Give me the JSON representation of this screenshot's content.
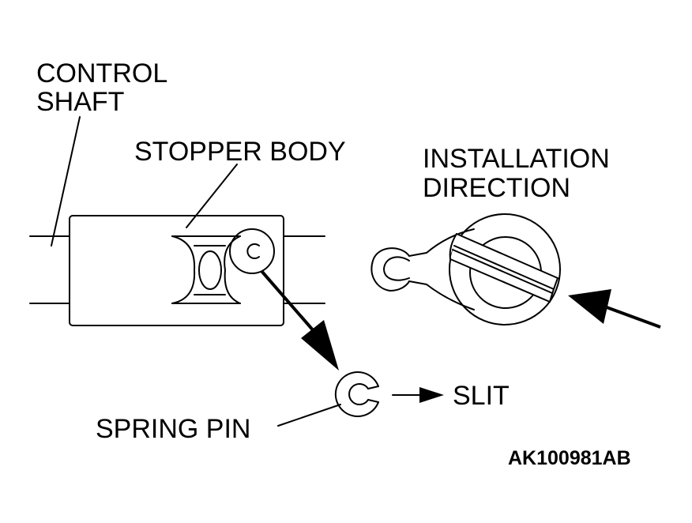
{
  "labels": {
    "control_shaft": [
      "CONTROL",
      "SHAFT"
    ],
    "stopper_body": "STOPPER BODY",
    "installation_direction": [
      "INSTALLATION",
      "DIRECTION"
    ],
    "slit": "SLIT",
    "spring_pin": "SPRING PIN",
    "figure_code": "AK100981AB"
  },
  "colors": {
    "ink": "#000000",
    "background": "#ffffff"
  }
}
